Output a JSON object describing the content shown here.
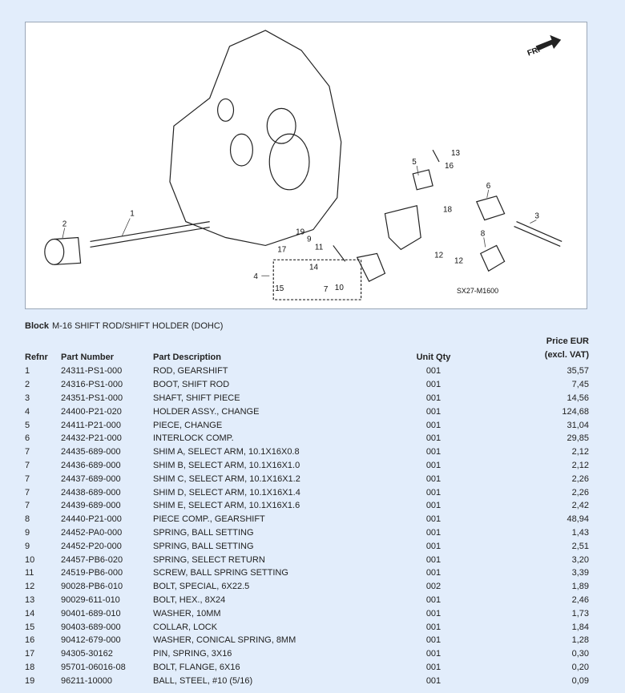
{
  "diagram": {
    "callouts": [
      "1",
      "2",
      "3",
      "4",
      "5",
      "6",
      "7",
      "8",
      "9",
      "10",
      "11",
      "12",
      "12",
      "13",
      "14",
      "15",
      "16",
      "17",
      "18",
      "19"
    ],
    "front_label": "FR.",
    "code": "SX27-M1600"
  },
  "block": {
    "label": "Block",
    "title": "M-16 SHIFT ROD/SHIFT HOLDER (DOHC)"
  },
  "table": {
    "headers": {
      "refnr": "Refnr",
      "part_number": "Part Number",
      "description": "Part Description",
      "unit_qty": "Unit Qty",
      "price_line1": "Price EUR",
      "price_line2": "(excl. VAT)"
    },
    "rows": [
      [
        "1",
        "24311-PS1-000",
        "ROD, GEARSHIFT",
        "001",
        "35,57"
      ],
      [
        "2",
        "24316-PS1-000",
        "BOOT, SHIFT ROD",
        "001",
        "7,45"
      ],
      [
        "3",
        "24351-PS1-000",
        "SHAFT, SHIFT PIECE",
        "001",
        "14,56"
      ],
      [
        "4",
        "24400-P21-020",
        "HOLDER ASSY., CHANGE",
        "001",
        "124,68"
      ],
      [
        "5",
        "24411-P21-000",
        "PIECE, CHANGE",
        "001",
        "31,04"
      ],
      [
        "6",
        "24432-P21-000",
        "INTERLOCK COMP.",
        "001",
        "29,85"
      ],
      [
        "7",
        "24435-689-000",
        "SHIM A, SELECT ARM, 10.1X16X0.8",
        "001",
        "2,12"
      ],
      [
        "7",
        "24436-689-000",
        "SHIM B, SELECT ARM, 10.1X16X1.0",
        "001",
        "2,12"
      ],
      [
        "7",
        "24437-689-000",
        "SHIM C, SELECT ARM, 10.1X16X1.2",
        "001",
        "2,26"
      ],
      [
        "7",
        "24438-689-000",
        "SHIM D, SELECT ARM, 10.1X16X1.4",
        "001",
        "2,26"
      ],
      [
        "7",
        "24439-689-000",
        "SHIM E, SELECT ARM, 10.1X16X1.6",
        "001",
        "2,42"
      ],
      [
        "8",
        "24440-P21-000",
        "PIECE COMP., GEARSHIFT",
        "001",
        "48,94"
      ],
      [
        "9",
        "24452-PA0-000",
        "SPRING, BALL SETTING",
        "001",
        "1,43"
      ],
      [
        "9",
        "24452-P20-000",
        "SPRING, BALL SETTING",
        "001",
        "2,51"
      ],
      [
        "10",
        "24457-PB6-020",
        "SPRING, SELECT RETURN",
        "001",
        "3,20"
      ],
      [
        "11",
        "24519-PB6-000",
        "SCREW, BALL SPRING SETTING",
        "001",
        "3,39"
      ],
      [
        "12",
        "90028-PB6-010",
        "BOLT, SPECIAL, 6X22.5",
        "002",
        "1,89"
      ],
      [
        "13",
        "90029-611-010",
        "BOLT, HEX., 8X24",
        "001",
        "2,46"
      ],
      [
        "14",
        "90401-689-010",
        "WASHER, 10MM",
        "001",
        "1,73"
      ],
      [
        "15",
        "90403-689-000",
        "COLLAR, LOCK",
        "001",
        "1,84"
      ],
      [
        "16",
        "90412-679-000",
        "WASHER, CONICAL SPRING, 8MM",
        "001",
        "1,28"
      ],
      [
        "17",
        "94305-30162",
        "PIN, SPRING, 3X16",
        "001",
        "0,30"
      ],
      [
        "18",
        "95701-06016-08",
        "BOLT, FLANGE, 6X16",
        "001",
        "0,20"
      ],
      [
        "19",
        "96211-10000",
        "BALL, STEEL, #10 (5/16)",
        "001",
        "0,09"
      ]
    ]
  }
}
